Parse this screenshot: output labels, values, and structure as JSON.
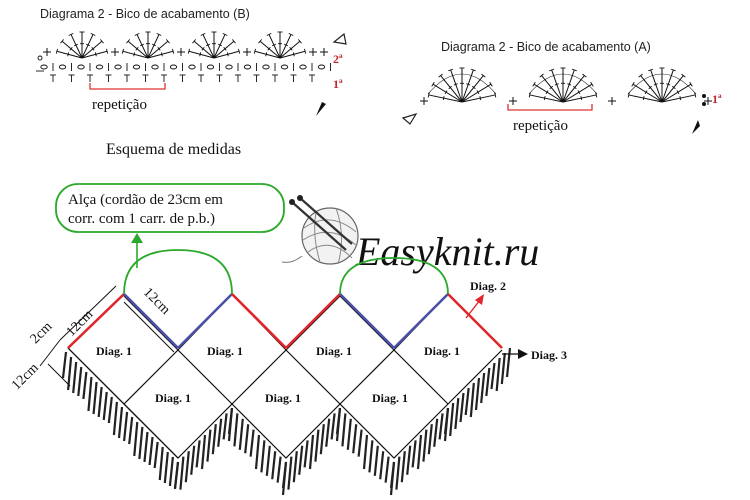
{
  "diagram_b": {
    "title": "Diagrama 2 - Bico de acabamento (B)",
    "repeat_label": "repetição",
    "row_2": "2ª",
    "row_1": "1ª"
  },
  "diagram_a": {
    "title": "Diagrama 2 - Bico de acabamento (A)",
    "repeat_label": "repetição",
    "row_1": "1ª"
  },
  "measures": {
    "title": "Esquema de medidas",
    "strap_line1": "Alça (cordão de 23cm em",
    "strap_line2": "corr. com 1 carr. de p.b.)",
    "side_12cm_a": "12cm",
    "side_12cm_b": "12cm",
    "side_2cm": "2cm",
    "side_12cm_c": "12cm",
    "diag_labels": [
      "Diag. 1",
      "Diag. 1",
      "Diag. 1",
      "Diag. 1",
      "Diag. 1",
      "Diag. 1",
      "Diag. 1"
    ],
    "diag2": "Diag. 2",
    "diag3": "Diag. 3"
  },
  "watermark": "Easyknit.ru",
  "colors": {
    "red": "#e0262b",
    "blue": "#4a4fa3",
    "green": "#2aa92a",
    "label_red": "#c0282c",
    "ink": "#111111"
  }
}
